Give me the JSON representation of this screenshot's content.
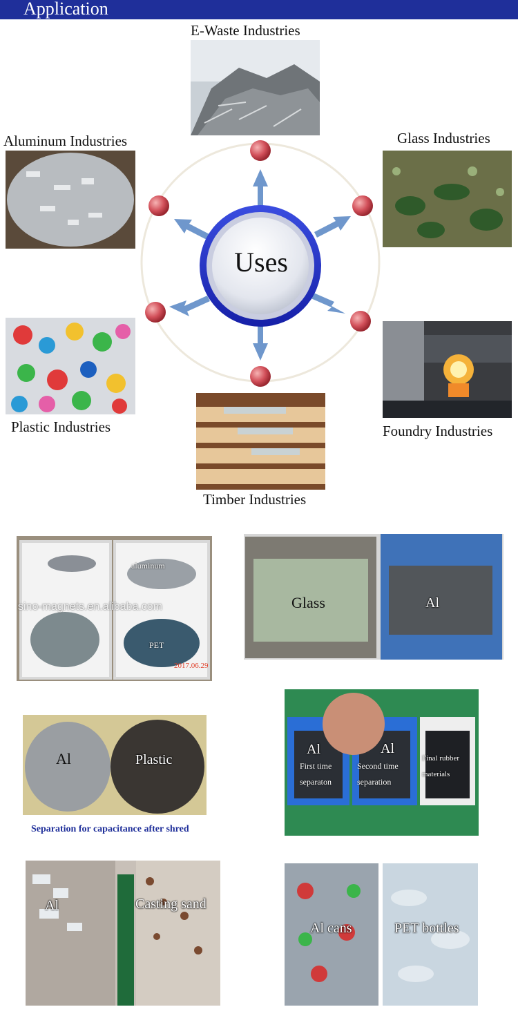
{
  "header": {
    "title": "Application"
  },
  "diagram": {
    "center_label": "Uses",
    "industries": {
      "ewaste": "E-Waste Industries",
      "aluminum": "Aluminum Industries",
      "glass": "Glass Industries",
      "plastic": "Plastic Industries",
      "foundry": "Foundry Industries",
      "timber": "Timber Industries"
    }
  },
  "gallery": {
    "photo1": {
      "label_aluminum": "aluminum",
      "label_pet": "PET",
      "watermark": "sino-magnets.en.alibaba.com",
      "date": "2017.06.29"
    },
    "photo2": {
      "label_glass": "Glass",
      "label_al": "Al"
    },
    "photo3": {
      "label_al": "Al",
      "label_plastic": "Plastic",
      "caption": "Separation for capacitance after shred"
    },
    "photo4": {
      "al1": "Al",
      "first": "First time",
      "first2": "separaton",
      "al2": "Al",
      "second": "Second time",
      "second2": "separation",
      "final": "Final rubber",
      "final2": "materials"
    },
    "photo5": {
      "label_al": "Al",
      "label_sand": "Casting sand"
    },
    "photo6": {
      "label_cans": "Al cans",
      "label_pet": "PET bottles"
    }
  }
}
